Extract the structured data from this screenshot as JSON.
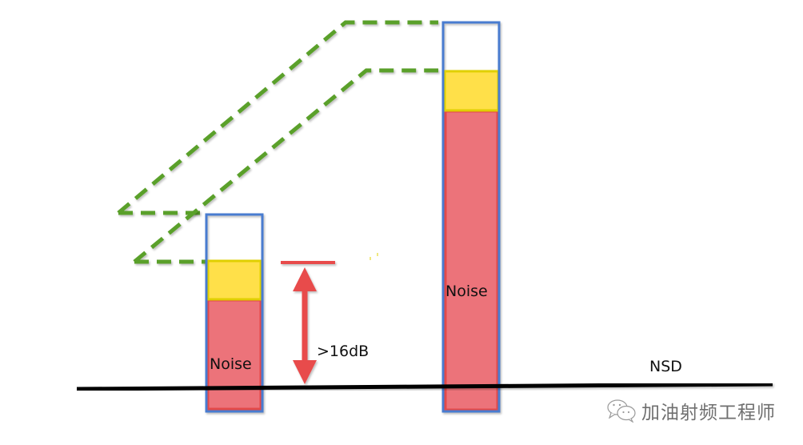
{
  "diagram": {
    "colors": {
      "frame_border": "#4a7bd0",
      "signal_fill": "#ffe04a",
      "signal_border": "#e0d000",
      "noise_fill": "#ec737a",
      "noise_border": "#e24a4a",
      "projection_line": "#5aa02a",
      "margin_arrow": "#e84c4c",
      "nsd_line": "#000000"
    },
    "small_bar": {
      "noise_label": "Noise"
    },
    "large_bar": {
      "noise_label": "Noise"
    },
    "margin_annotation": {
      "label": ">16dB"
    },
    "floor_line": {
      "label": "NSD"
    }
  },
  "watermark": {
    "icon": "wechat-icon",
    "text": "加油射频工程师"
  }
}
